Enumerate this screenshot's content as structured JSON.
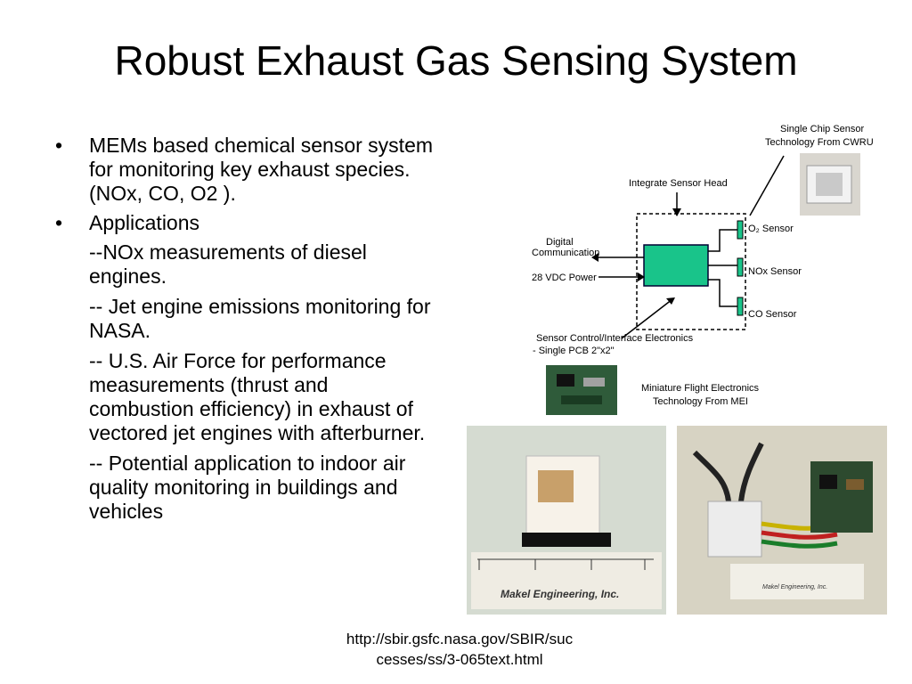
{
  "slide": {
    "title": "Robust Exhaust Gas Sensing System"
  },
  "bullets": [
    {
      "text": "MEMs based chemical sensor system for monitoring key exhaust species. (NOx, CO, O2 )."
    },
    {
      "text": "Applications"
    }
  ],
  "sub_items": [
    "--NOx measurements of diesel engines.",
    "-- Jet engine emissions monitoring for NASA.",
    "-- U.S. Air Force for performance measurements (thrust and combustion efficiency) in exhaust of vectored jet engines with afterburner.",
    "-- Potential application to indoor air quality monitoring in buildings and vehicles"
  ],
  "diagram": {
    "single_chip_1": "Single Chip Sensor",
    "single_chip_2": "Technology From CWRU",
    "integrate_head": "Integrate Sensor Head",
    "digital_comm_1": "Digital",
    "digital_comm_2": "Communication",
    "power": "28 VDC Power",
    "o2_sensor": "O₂ Sensor",
    "nox_sensor": "NOx Sensor",
    "co_sensor": "CO Sensor",
    "control_1": "Sensor Control/Interface Electronics",
    "control_2": "- Single PCB 2\"x2\"",
    "mini_1": "Miniature Flight Electronics",
    "mini_2": "Technology From MEI",
    "photo_label": "Makel Engineering, Inc.",
    "photo_label_small": "Makel Engineering, Inc."
  },
  "caption": {
    "line1": "http://sbir.gsfc.nasa.gov/SBIR/suc",
    "line2": "cesses/ss/3-065text.html"
  }
}
